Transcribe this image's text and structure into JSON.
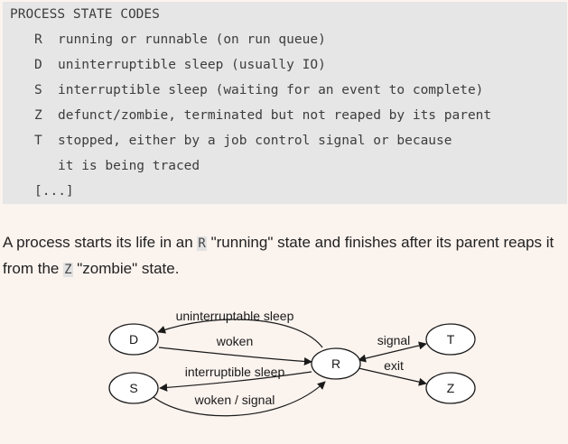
{
  "code_block": {
    "header": "PROCESS STATE CODES",
    "rows": [
      {
        "code": "R",
        "description": "running or runnable (on run queue)"
      },
      {
        "code": "D",
        "description": "uninterruptible sleep (usually IO)"
      },
      {
        "code": "S",
        "description": "interruptible sleep (waiting for an event to complete)"
      },
      {
        "code": "Z",
        "description": "defunct/zombie, terminated but not reaped by its parent"
      },
      {
        "code": "T",
        "description": "stopped, either by a job control signal or because"
      }
    ],
    "continuation": "it is being traced",
    "ellipsis": "[...]"
  },
  "paragraph": {
    "part1": "A process starts its life in an ",
    "code1": "R",
    "part2": " \"running\" state and finishes after its parent reaps it from the ",
    "code2": "Z",
    "part3": " \"zombie\" state."
  },
  "diagram": {
    "nodes": {
      "D": "D",
      "S": "S",
      "R": "R",
      "T": "T",
      "Z": "Z"
    },
    "edges": {
      "uninterruptable_sleep": "uninterruptable sleep",
      "woken": "woken",
      "interruptible_sleep": "interruptible sleep",
      "woken_signal": "woken / signal",
      "signal": "signal",
      "exit": "exit"
    }
  }
}
